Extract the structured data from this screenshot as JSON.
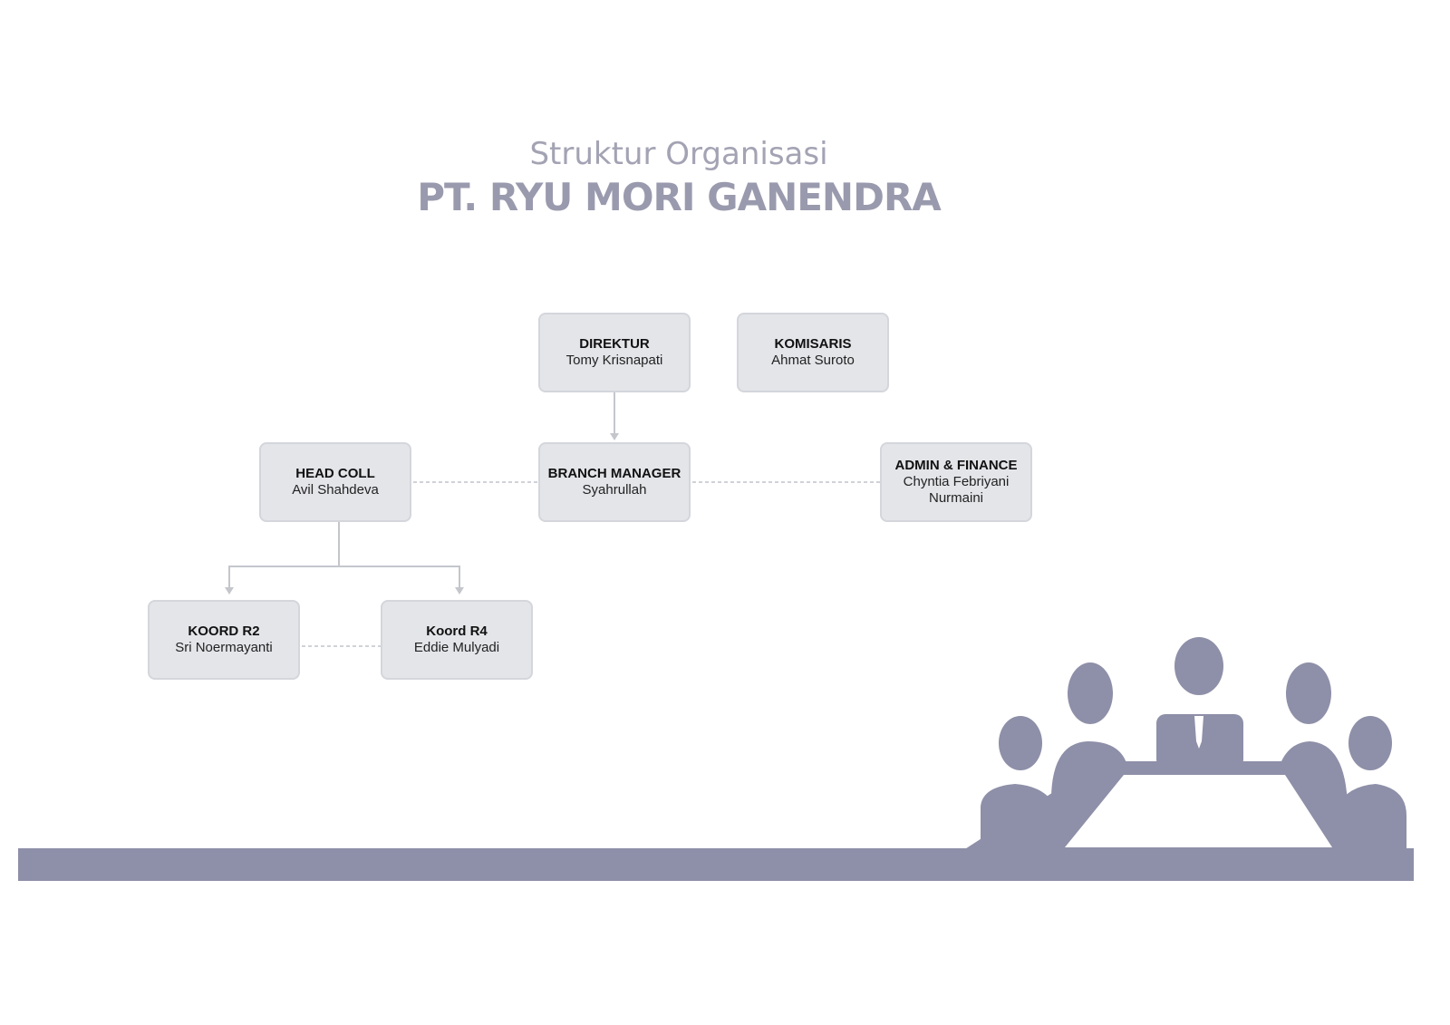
{
  "header": {
    "subtitle": "Struktur Organisasi",
    "company": "PT. RYU MORI GANENDRA"
  },
  "org": {
    "direktur": {
      "role": "DIREKTUR",
      "name": "Tomy Krisnapati"
    },
    "komisaris": {
      "role": "KOMISARIS",
      "name": "Ahmat Suroto"
    },
    "branch_manager": {
      "role": "BRANCH MANAGER",
      "name": "Syahrullah"
    },
    "head_coll": {
      "role": "HEAD COLL",
      "name": "Avil Shahdeva"
    },
    "admin_finance": {
      "role": "ADMIN & FINANCE",
      "name": "Chyntia Febriyani",
      "name2": "Nurmaini"
    },
    "koord_r2": {
      "role": "KOORD R2",
      "name": "Sri Noermayanti"
    },
    "koord_r4": {
      "role": "Koord R4",
      "name": "Eddie Mulyadi"
    }
  },
  "colors": {
    "accent": "#8e8fa8",
    "box": "#e3e5e9",
    "title": "#9a9aae"
  }
}
